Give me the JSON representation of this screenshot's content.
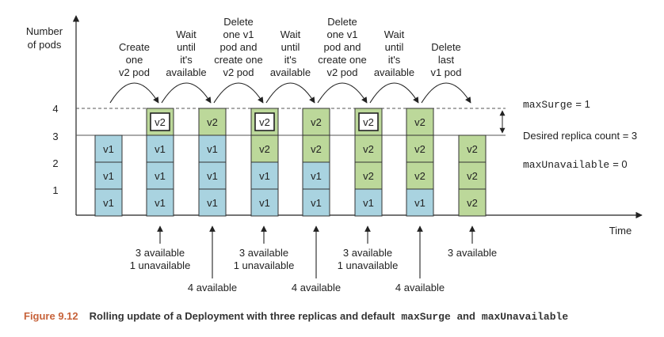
{
  "axis": {
    "y_title_lines": [
      "Number",
      "of pods"
    ],
    "y_ticks": [
      "1",
      "2",
      "3",
      "4"
    ],
    "x_title": "Time"
  },
  "steps": [
    {
      "lines": [
        "Create",
        "one",
        "v2 pod"
      ]
    },
    {
      "lines": [
        "Wait",
        "until",
        "it's",
        "available"
      ]
    },
    {
      "lines": [
        "Delete",
        "one v1",
        "pod and",
        "create one",
        "v2 pod"
      ]
    },
    {
      "lines": [
        "Wait",
        "until",
        "it's",
        "available"
      ]
    },
    {
      "lines": [
        "Delete",
        "one v1",
        "pod and",
        "create one",
        "v2 pod"
      ]
    },
    {
      "lines": [
        "Wait",
        "until",
        "it's",
        "available"
      ]
    },
    {
      "lines": [
        "Delete",
        "last",
        "v1 pod"
      ]
    }
  ],
  "columns": [
    {
      "pods": [
        "v1",
        "v1",
        "v1"
      ]
    },
    {
      "pods": [
        "v1",
        "v1",
        "v1",
        "v2"
      ],
      "new_index": 3
    },
    {
      "pods": [
        "v1",
        "v1",
        "v1",
        "v2"
      ]
    },
    {
      "pods": [
        "v1",
        "v1",
        "v2",
        "v2"
      ],
      "new_index": 3
    },
    {
      "pods": [
        "v1",
        "v1",
        "v2",
        "v2"
      ]
    },
    {
      "pods": [
        "v1",
        "v2",
        "v2",
        "v2"
      ],
      "new_index": 3
    },
    {
      "pods": [
        "v1",
        "v2",
        "v2",
        "v2"
      ]
    },
    {
      "pods": [
        "v2",
        "v2",
        "v2"
      ]
    }
  ],
  "availability": [
    {
      "lines": [
        "3 available",
        "1 unavailable"
      ]
    },
    {
      "lines": [
        "4 available"
      ]
    },
    {
      "lines": [
        "3 available",
        "1 unavailable"
      ]
    },
    {
      "lines": [
        "4 available"
      ]
    },
    {
      "lines": [
        "3 available",
        "1 unavailable"
      ]
    },
    {
      "lines": [
        "4 available"
      ]
    },
    {
      "lines": [
        "3 available"
      ]
    }
  ],
  "right_labels": {
    "max_surge_code": "maxSurge",
    "max_surge_value": "= 1",
    "desired": "Desired replica count = 3",
    "max_unavailable_code": "maxUnavailable",
    "max_unavailable_value": "= 0"
  },
  "caption": {
    "figure": "Figure 9.12",
    "text": "Rolling update of a Deployment with three replicas and default",
    "code1": "maxSurge",
    "and": "and",
    "code2": "maxUnavailable"
  },
  "colors": {
    "v1": "#a9d3e0",
    "v2": "#bcd89a",
    "new_pod": "#ffffff",
    "figure_label": "#c7633b"
  }
}
